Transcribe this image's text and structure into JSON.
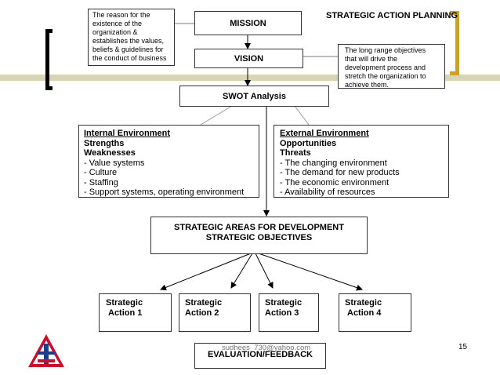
{
  "header": {
    "title": "STRATEGIC ACTION PLANNING"
  },
  "mission": {
    "label": "MISSION",
    "note": [
      "The reason for the",
      "existence of the",
      "organization &",
      "establishes the values,",
      "beliefs & guidelines for",
      "the conduct of business"
    ]
  },
  "vision": {
    "label": "VISION",
    "note": [
      "The long range objectives",
      "that will drive the",
      "development process and",
      "stretch the organization to",
      "achieve them."
    ]
  },
  "swot": {
    "label": "SWOT Analysis"
  },
  "internal": {
    "heading": "Internal Environment",
    "lines": [
      "Strengths",
      "Weaknesses",
      "- Value systems",
      "- Culture",
      "- Staffing",
      "- Support systems, operating environment"
    ]
  },
  "external": {
    "heading": "External Environment",
    "lines": [
      "Opportunities",
      "Threats",
      "- The changing environment",
      "- The demand for new products",
      "- The economic environment",
      "- Availability of resources"
    ]
  },
  "strategic_areas": {
    "line1": "STRATEGIC AREAS FOR DEVELOPMENT",
    "line2": "STRATEGIC OBJECTIVES"
  },
  "actions": [
    {
      "line1": "Strategic",
      "line2": "Action 1"
    },
    {
      "line1": "Strategic",
      "line2": "Action 2"
    },
    {
      "line1": "Strategic",
      "line2": "Action 3"
    },
    {
      "line1": "Strategic",
      "line2": "Action 4"
    }
  ],
  "evaluation": {
    "label": "EVALUATION/FEEDBACK"
  },
  "footer": {
    "email": "sudhees_730@yahoo.com",
    "page_number": "15"
  },
  "colors": {
    "accent_bar": "#d9d5b0",
    "bracket_left": "#000000",
    "bracket_right": "#c9a227",
    "logo_red": "#c8102e",
    "logo_blue": "#1f3b8c"
  }
}
